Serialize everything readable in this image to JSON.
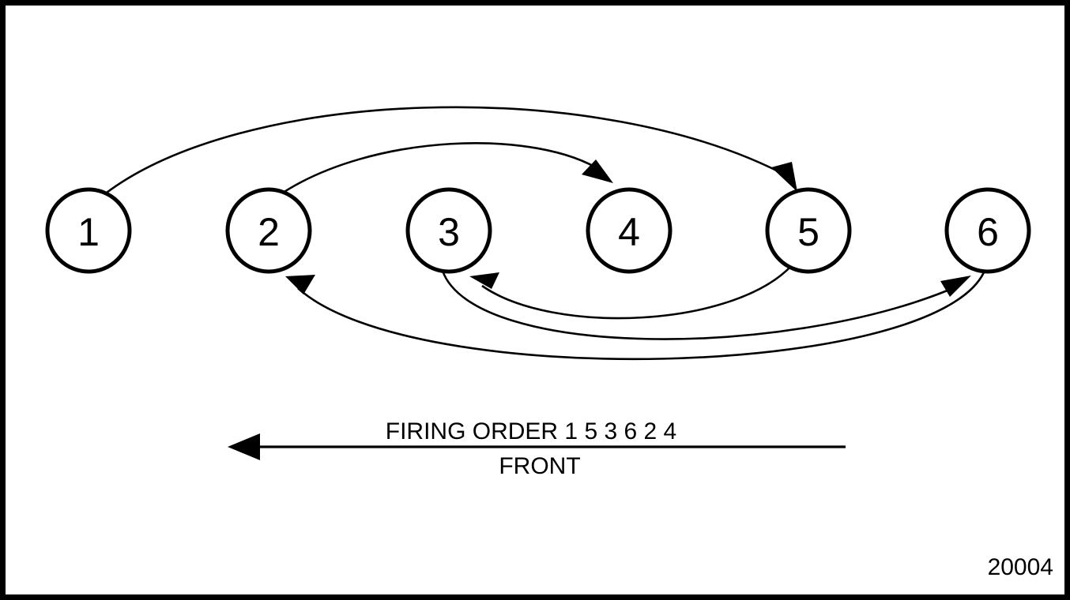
{
  "figure": {
    "reference_number": "20004",
    "firing_order_caption": "FIRING ORDER 1 5 3 6 2 4",
    "front_caption": "FRONT",
    "border_color": "#000000",
    "line_color": "#000000",
    "background_color": "#ffffff"
  },
  "cylinders": [
    {
      "label": "1",
      "name": "cylinder-1"
    },
    {
      "label": "2",
      "name": "cylinder-2"
    },
    {
      "label": "3",
      "name": "cylinder-3"
    },
    {
      "label": "4",
      "name": "cylinder-4"
    },
    {
      "label": "5",
      "name": "cylinder-5"
    },
    {
      "label": "6",
      "name": "cylinder-6"
    }
  ],
  "firing_sequence": [
    "1",
    "5",
    "3",
    "6",
    "2",
    "4"
  ],
  "connections": [
    {
      "from": "1",
      "to": "5",
      "side": "above"
    },
    {
      "from": "2",
      "to": "4",
      "side": "above"
    },
    {
      "from": "5",
      "to": "3",
      "side": "below"
    },
    {
      "from": "3",
      "to": "6",
      "side": "below"
    },
    {
      "from": "6",
      "to": "2",
      "side": "below"
    }
  ],
  "front_arrow": {
    "direction": "left",
    "label": "FRONT"
  }
}
